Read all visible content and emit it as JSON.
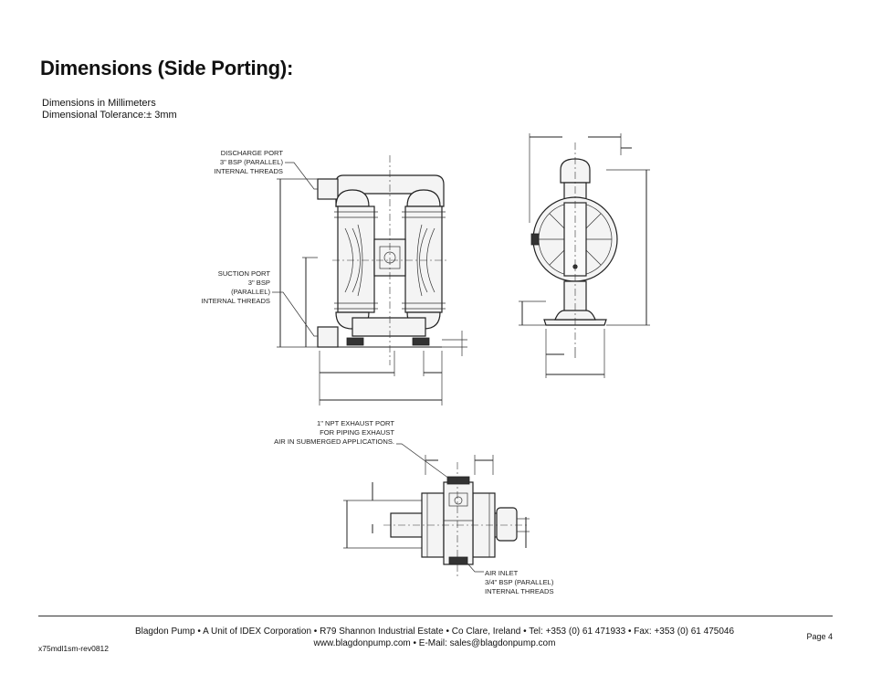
{
  "page": {
    "title": "Dimensions (Side Porting):",
    "units_line1": "Dimensions in Millimeters",
    "units_line2": "Dimensional Tolerance:± 3mm"
  },
  "labels": {
    "discharge": [
      "DISCHARGE PORT",
      "3\" BSP (PARALLEL)",
      "INTERNAL THREADS"
    ],
    "suction": [
      "SUCTION PORT",
      "3\" BSP",
      "(PARALLEL)",
      "INTERNAL THREADS"
    ],
    "exhaust": [
      "1\" NPT EXHAUST PORT",
      "FOR PIPING EXHAUST",
      "AIR IN SUBMERGED APPLICATIONS."
    ],
    "air_inlet": [
      "AIR INLET",
      "3/4\" BSP (PARALLEL)",
      "INTERNAL THREADS"
    ]
  },
  "footer": {
    "line1": "Blagdon Pump • A Unit of IDEX Corporation • R79 Shannon Industrial Estate • Co Clare, Ireland • Tel: +353 (0) 61 471933 • Fax: +353 (0) 61 475046",
    "line2": "www.blagdonpump.com • E-Mail: sales@blagdonpump.com",
    "page": "Page 4",
    "doc_code": "x75mdl1sm-rev0812"
  }
}
